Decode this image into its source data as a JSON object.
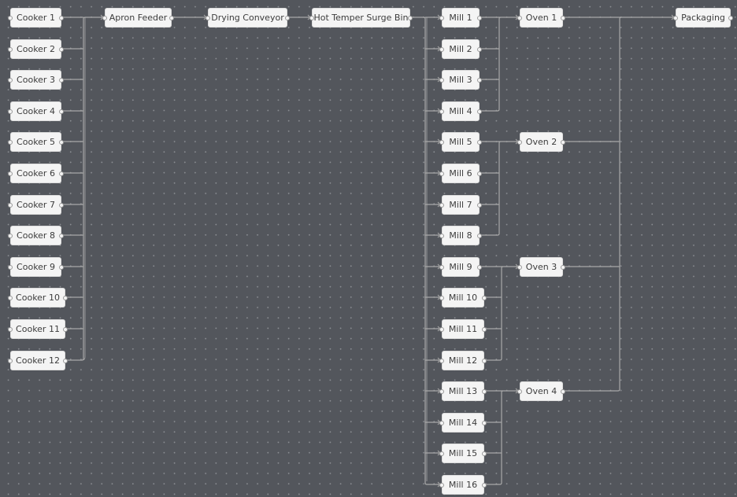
{
  "diagram": {
    "background": "#53565c",
    "edge_color": "#a8a8a8",
    "node_fill": "#f4f4f4",
    "nodes": {
      "cookers": [
        {
          "label": "Cooker 1"
        },
        {
          "label": "Cooker 2"
        },
        {
          "label": "Cooker 3"
        },
        {
          "label": "Cooker 4"
        },
        {
          "label": "Cooker 5"
        },
        {
          "label": "Cooker 6"
        },
        {
          "label": "Cooker 7"
        },
        {
          "label": "Cooker 8"
        },
        {
          "label": "Cooker 9"
        },
        {
          "label": "Cooker 10"
        },
        {
          "label": "Cooker 11"
        },
        {
          "label": "Cooker 12"
        }
      ],
      "apron_feeder": {
        "label": "Apron Feeder"
      },
      "drying_conveyor": {
        "label": "Drying Conveyor"
      },
      "surge_bin": {
        "label": "Hot Temper Surge Bin"
      },
      "mills": [
        {
          "label": "Mill 1"
        },
        {
          "label": "Mill 2"
        },
        {
          "label": "Mill 3"
        },
        {
          "label": "Mill 4"
        },
        {
          "label": "Mill 5"
        },
        {
          "label": "Mill 6"
        },
        {
          "label": "Mill 7"
        },
        {
          "label": "Mill 8"
        },
        {
          "label": "Mill 9"
        },
        {
          "label": "Mill 10"
        },
        {
          "label": "Mill 11"
        },
        {
          "label": "Mill 12"
        },
        {
          "label": "Mill 13"
        },
        {
          "label": "Mill 14"
        },
        {
          "label": "Mill 15"
        },
        {
          "label": "Mill 16"
        }
      ],
      "ovens": [
        {
          "label": "Oven 1"
        },
        {
          "label": "Oven 2"
        },
        {
          "label": "Oven 3"
        },
        {
          "label": "Oven 4"
        }
      ],
      "packaging": {
        "label": "Packaging"
      }
    },
    "edges": [
      {
        "from": "Cooker 1..12",
        "to": "Apron Feeder"
      },
      {
        "from": "Apron Feeder",
        "to": "Drying Conveyor"
      },
      {
        "from": "Drying Conveyor",
        "to": "Hot Temper Surge Bin"
      },
      {
        "from": "Hot Temper Surge Bin",
        "to": "Mill 1..16"
      },
      {
        "from": "Mill 1..4",
        "to": "Oven 1"
      },
      {
        "from": "Mill 5..8",
        "to": "Oven 2"
      },
      {
        "from": "Mill 9..12",
        "to": "Oven 3"
      },
      {
        "from": "Mill 13..16",
        "to": "Oven 4"
      },
      {
        "from": "Oven 1..4",
        "to": "Packaging"
      }
    ]
  }
}
